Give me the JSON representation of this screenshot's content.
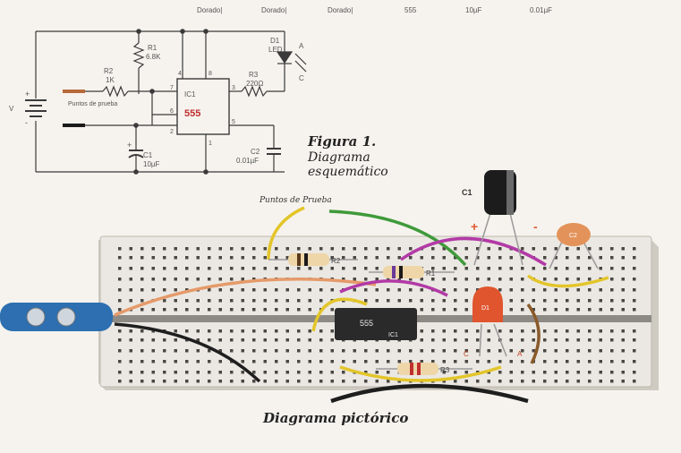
{
  "header_row": [
    "Dorado|",
    "Dorado|",
    "Dorado|",
    "555",
    "10µF",
    "0.01µF"
  ],
  "schematic": {
    "r1_label": "R1",
    "r1_value": "6.8K",
    "r2_label": "R2",
    "r2_value": "1K",
    "r3_label": "R3",
    "r3_value": "220Ω",
    "d1_label": "D1",
    "d1_value": "LED",
    "d1_anode": "A",
    "d1_cathode": "C",
    "ic_label": "IC1",
    "ic_part": "555",
    "c1_label": "C1",
    "c1_value": "10µF",
    "c2_label": "C2",
    "c2_value": "0.01µF",
    "test_points": "Puntos de prueba",
    "battery_plus": "+",
    "battery_minus": "-",
    "battery_voltage": "V",
    "c1_plus": "+",
    "pins": [
      "4",
      "8",
      "7",
      "3",
      "6",
      "2",
      "5",
      "1"
    ]
  },
  "figure_caption": {
    "line1": "Figura 1.",
    "line2": "Diagrama",
    "line3": "esquemático"
  },
  "pictorial": {
    "test_points_label": "Puntos de Prueba",
    "c1_label": "C1",
    "c1_plus": "+",
    "c1_minus": "-",
    "c2_label": "C2",
    "r1_label": "R1",
    "r2_label": "R2",
    "r3_label": "R3",
    "ic_part": "555",
    "ic_label": "IC1",
    "d1_label": "D1",
    "led_cathode": "C",
    "led_anode": "A",
    "caption": "Diagrama pictórico"
  },
  "colors": {
    "breadboard": "#e9e6e0",
    "wire_yellow": "#e3c52a",
    "wire_green": "#3f9a3a",
    "wire_magenta": "#b23aa6",
    "wire_orange": "#e59a6a",
    "wire_black": "#1e1e1e",
    "wire_brown": "#8a5a2a",
    "battery_clip": "#2d6fb0",
    "led": "#e0552e",
    "cap_c2": "#e3935a"
  }
}
